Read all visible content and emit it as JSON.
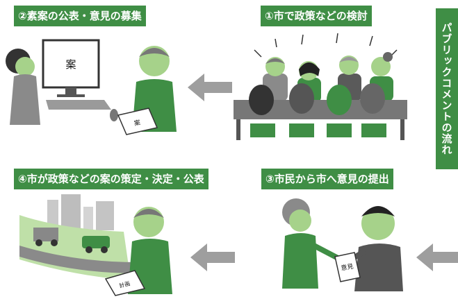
{
  "side_banner": "パブリックコメントの流れ",
  "steps": [
    {
      "label": "①市で政策などの検討"
    },
    {
      "label": "②素案の公表・意見の募集"
    },
    {
      "label": "③市民から市へ意見の提出"
    },
    {
      "label": "④市が政策などの案の策定・決定・公表"
    }
  ],
  "monitor_text": "案",
  "book_text": "案",
  "envelope_text": "意見",
  "final_book_text": "計画",
  "colors": {
    "green": "#3f8e45",
    "arrow_gray": "#9e9e9e",
    "dark": "#333333"
  }
}
